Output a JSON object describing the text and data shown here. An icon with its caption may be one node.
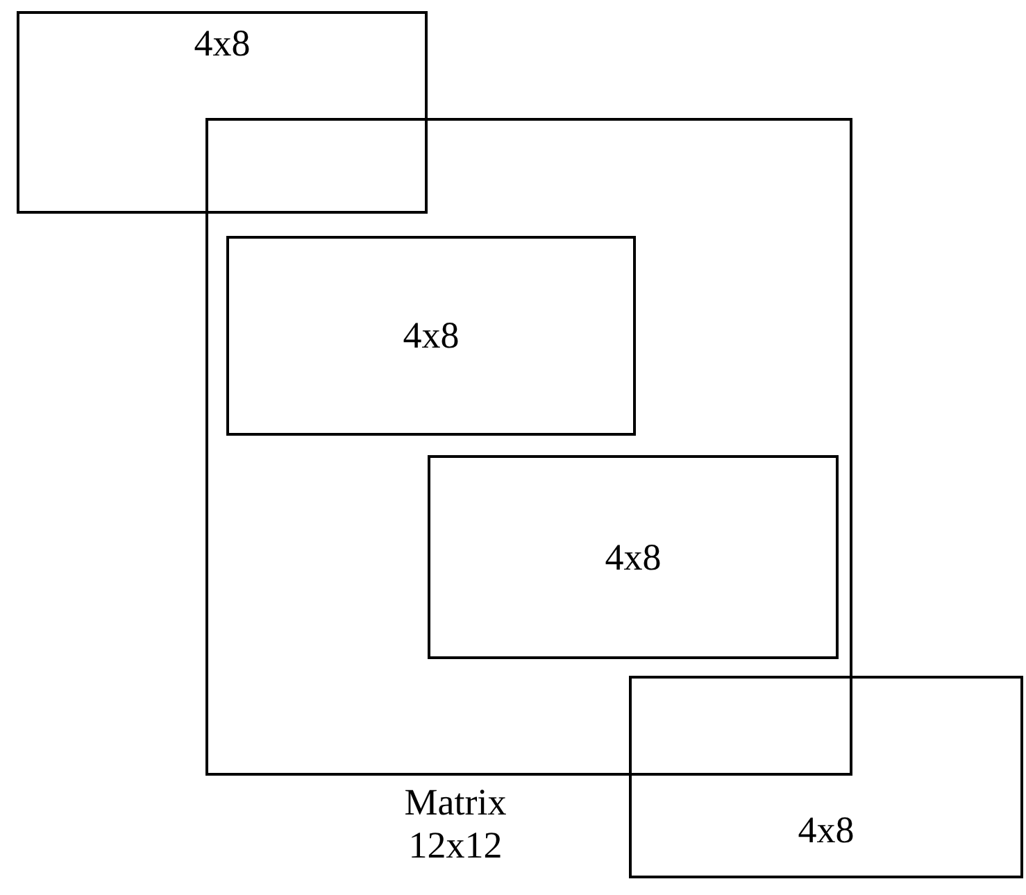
{
  "diagram": {
    "nodes": [
      {
        "text": [
          "4x8"
        ]
      },
      {
        "text": [
          "Matrix 12x12"
        ]
      },
      {
        "text": [
          "4x8"
        ],
        "in": 1
      },
      {
        "text": [
          "4x8"
        ],
        "in": 1
      },
      {
        "text": [
          "4x8"
        ]
      }
    ]
  }
}
